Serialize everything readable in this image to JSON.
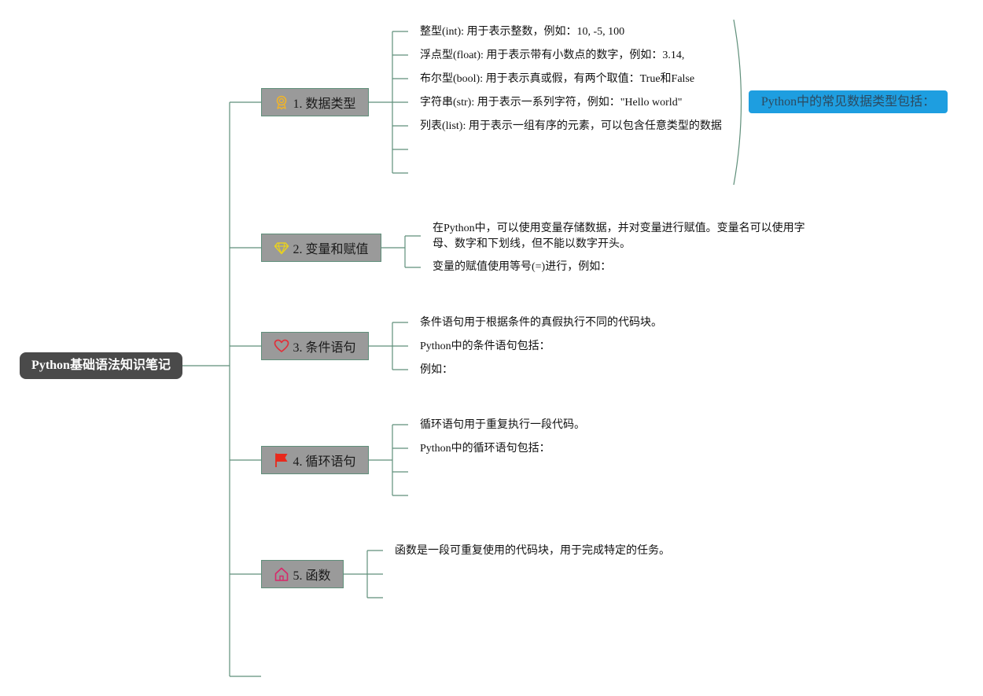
{
  "root": {
    "label": "Python基础语法知识笔记"
  },
  "branches": [
    {
      "label": "1. 数据类型",
      "icon": "medal-icon",
      "icon_color": "#f0b429",
      "leaves": [
        "整型(int): 用于表示整数，例如：10, -5, 100",
        "浮点型(float): 用于表示带有小数点的数字，例如：3.14,",
        "布尔型(bool): 用于表示真或假，有两个取值：True和False",
        "字符串(str): 用于表示一系列字符，例如：\"Hello world\"",
        "列表(list): 用于表示一组有序的元素，可以包含任意类型的数据",
        "",
        ""
      ],
      "summary": "Python中的常见数据类型包括："
    },
    {
      "label": "2. 变量和赋值",
      "icon": "diamond-icon",
      "icon_color": "#e8d020",
      "leaves": [
        "在Python中，可以使用变量存储数据，并对变量进行赋值。变量名可以使用字母、数字和下划线，但不能以数字开头。",
        "变量的赋值使用等号(=)进行，例如："
      ]
    },
    {
      "label": "3. 条件语句",
      "icon": "heart-icon",
      "icon_color": "#e0303a",
      "leaves": [
        "条件语句用于根据条件的真假执行不同的代码块。",
        "Python中的条件语句包括：",
        "例如："
      ]
    },
    {
      "label": "4. 循环语句",
      "icon": "flag-icon",
      "icon_color": "#e8291c",
      "leaves": [
        "循环语句用于重复执行一段代码。",
        "Python中的循环语句包括：",
        "",
        ""
      ]
    },
    {
      "label": "5. 函数",
      "icon": "house-icon",
      "icon_color": "#d8286a",
      "leaves": [
        "函数是一段可重复使用的代码块，用于完成特定的任务。",
        "",
        ""
      ]
    }
  ],
  "colors": {
    "connector": "#5f8f7a",
    "root_bg": "#4a4a4a",
    "branch_bg": "#9a9a9a",
    "summary_bg": "#1e9ee0"
  }
}
